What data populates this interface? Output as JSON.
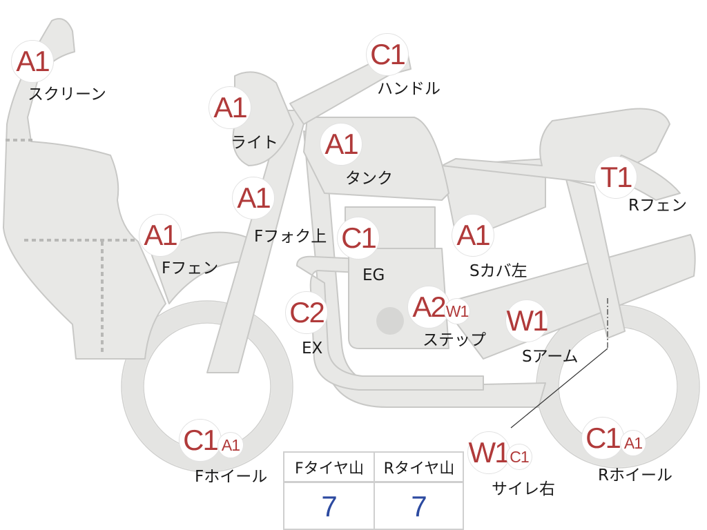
{
  "parts": [
    {
      "id": "screen",
      "label": "スクリーン",
      "marks": [
        {
          "code": "A1"
        }
      ]
    },
    {
      "id": "light",
      "label": "ライト",
      "marks": [
        {
          "code": "A1"
        }
      ]
    },
    {
      "id": "handle",
      "label": "ハンドル",
      "marks": [
        {
          "code": "C1"
        }
      ]
    },
    {
      "id": "tank",
      "label": "タンク",
      "marks": [
        {
          "code": "A1"
        }
      ]
    },
    {
      "id": "ffork",
      "label": "Fフォク上",
      "marks": [
        {
          "code": "A1"
        }
      ]
    },
    {
      "id": "ffender",
      "label": "Fフェン",
      "marks": [
        {
          "code": "A1"
        }
      ]
    },
    {
      "id": "eg",
      "label": "EG",
      "marks": [
        {
          "code": "C1"
        }
      ]
    },
    {
      "id": "scover",
      "label": "Sカバ左",
      "marks": [
        {
          "code": "A1"
        }
      ]
    },
    {
      "id": "rfender",
      "label": "Rフェン",
      "marks": [
        {
          "code": "T1"
        }
      ]
    },
    {
      "id": "ex",
      "label": "EX",
      "marks": [
        {
          "code": "C2"
        }
      ]
    },
    {
      "id": "step",
      "label": "ステップ",
      "marks": [
        {
          "code": "A2"
        },
        {
          "code": "W1"
        }
      ]
    },
    {
      "id": "sarm",
      "label": "Sアーム",
      "marks": [
        {
          "code": "W1"
        }
      ]
    },
    {
      "id": "fwheel",
      "label": "Fホイール",
      "marks": [
        {
          "code": "C1"
        },
        {
          "code": "A1"
        }
      ]
    },
    {
      "id": "muffler",
      "label": "サイレ右",
      "marks": [
        {
          "code": "W1"
        },
        {
          "code": "C1"
        }
      ]
    },
    {
      "id": "rwheel",
      "label": "Rホイール",
      "marks": [
        {
          "code": "C1"
        },
        {
          "code": "A1"
        }
      ]
    }
  ],
  "tire_table": {
    "headers": [
      "Fタイヤ山",
      "Rタイヤ山"
    ],
    "values": [
      "7",
      "7"
    ]
  }
}
